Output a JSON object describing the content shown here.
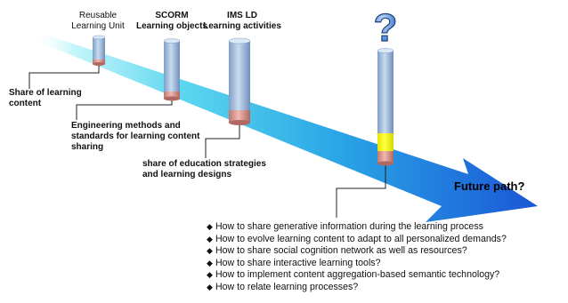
{
  "stages": [
    {
      "title": "Reusable",
      "subtitle": "Learning Unit",
      "description": "Share of learning\ncontent"
    },
    {
      "title": "SCORM",
      "subtitle": "Learning objects",
      "description": "Engineering methods and\nstandards for learning content\nsharing"
    },
    {
      "title": "IMS LD",
      "subtitle": "Learning activities",
      "description": "share of education strategies\nand learning designs"
    }
  ],
  "future": {
    "label": "Future path?",
    "question_mark": "?"
  },
  "questions": [
    "How to share generative information during the learning process",
    "How to evolve learning content to adapt to all personalized demands?",
    "How to share social cognition network as well as resources?",
    "How to share interactive learning tools?",
    "How to implement content aggregation-based semantic technology?",
    "How to relate learning processes?"
  ],
  "colors": {
    "arrow_light": "#7fe9f3",
    "arrow_mid": "#2aa7e6",
    "arrow_dark": "#1a56d6",
    "cylinder": "#93b4d8",
    "cylinder_base": "#d9908a",
    "highlight": "#ffff00"
  }
}
